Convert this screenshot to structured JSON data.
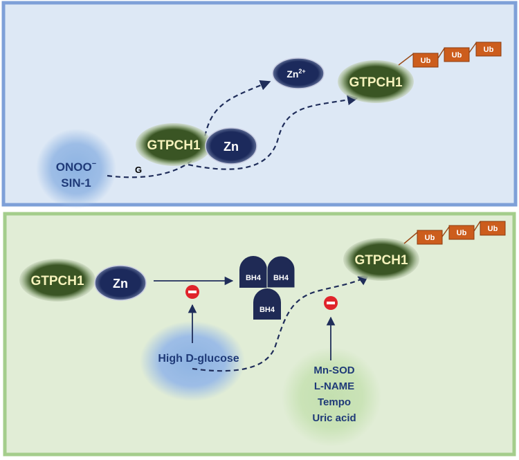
{
  "top_panel": {
    "oxidant_line1": "ONOO",
    "oxidant_superscript": "−",
    "oxidant_line2": "SIN-1",
    "g_label": "G",
    "gtpch1_bound": "GTPCH1",
    "zn_bound": "Zn",
    "zinc_ion": "Zn",
    "zinc_ion_charge": "2+",
    "gtpch1_free": "GTPCH1",
    "ub_tags": [
      "Ub",
      "Ub",
      "Ub"
    ]
  },
  "bottom_panel": {
    "gtpch1_bound": "GTPCH1",
    "zn_bound": "Zn",
    "bh4_tiles": [
      "BH4",
      "BH4",
      "BH4"
    ],
    "inhibit_symbol": "−",
    "glucose": "High D-glucose",
    "gtpch1_free": "GTPCH1",
    "ub_tags": [
      "Ub",
      "Ub",
      "Ub"
    ],
    "inhibitors": [
      "Mn-SOD",
      "L-NAME",
      "Tempo",
      "Uric acid"
    ]
  },
  "colors": {
    "top_bg": "#dde8f5",
    "top_border": "#6f93d1",
    "bottom_bg": "#e1edd6",
    "bottom_border": "#92c47a",
    "gtpch1_fill": "#3a5524",
    "gtpch1_text": "#f5f2bb",
    "zn_fill": "#1c2a5c",
    "navy": "#1f2d5a",
    "ub_fill": "#cc5d1d",
    "inhibit_red": "#e0242b",
    "glow_blue": "#8db3e2",
    "glow_green": "#bcd9a8"
  }
}
